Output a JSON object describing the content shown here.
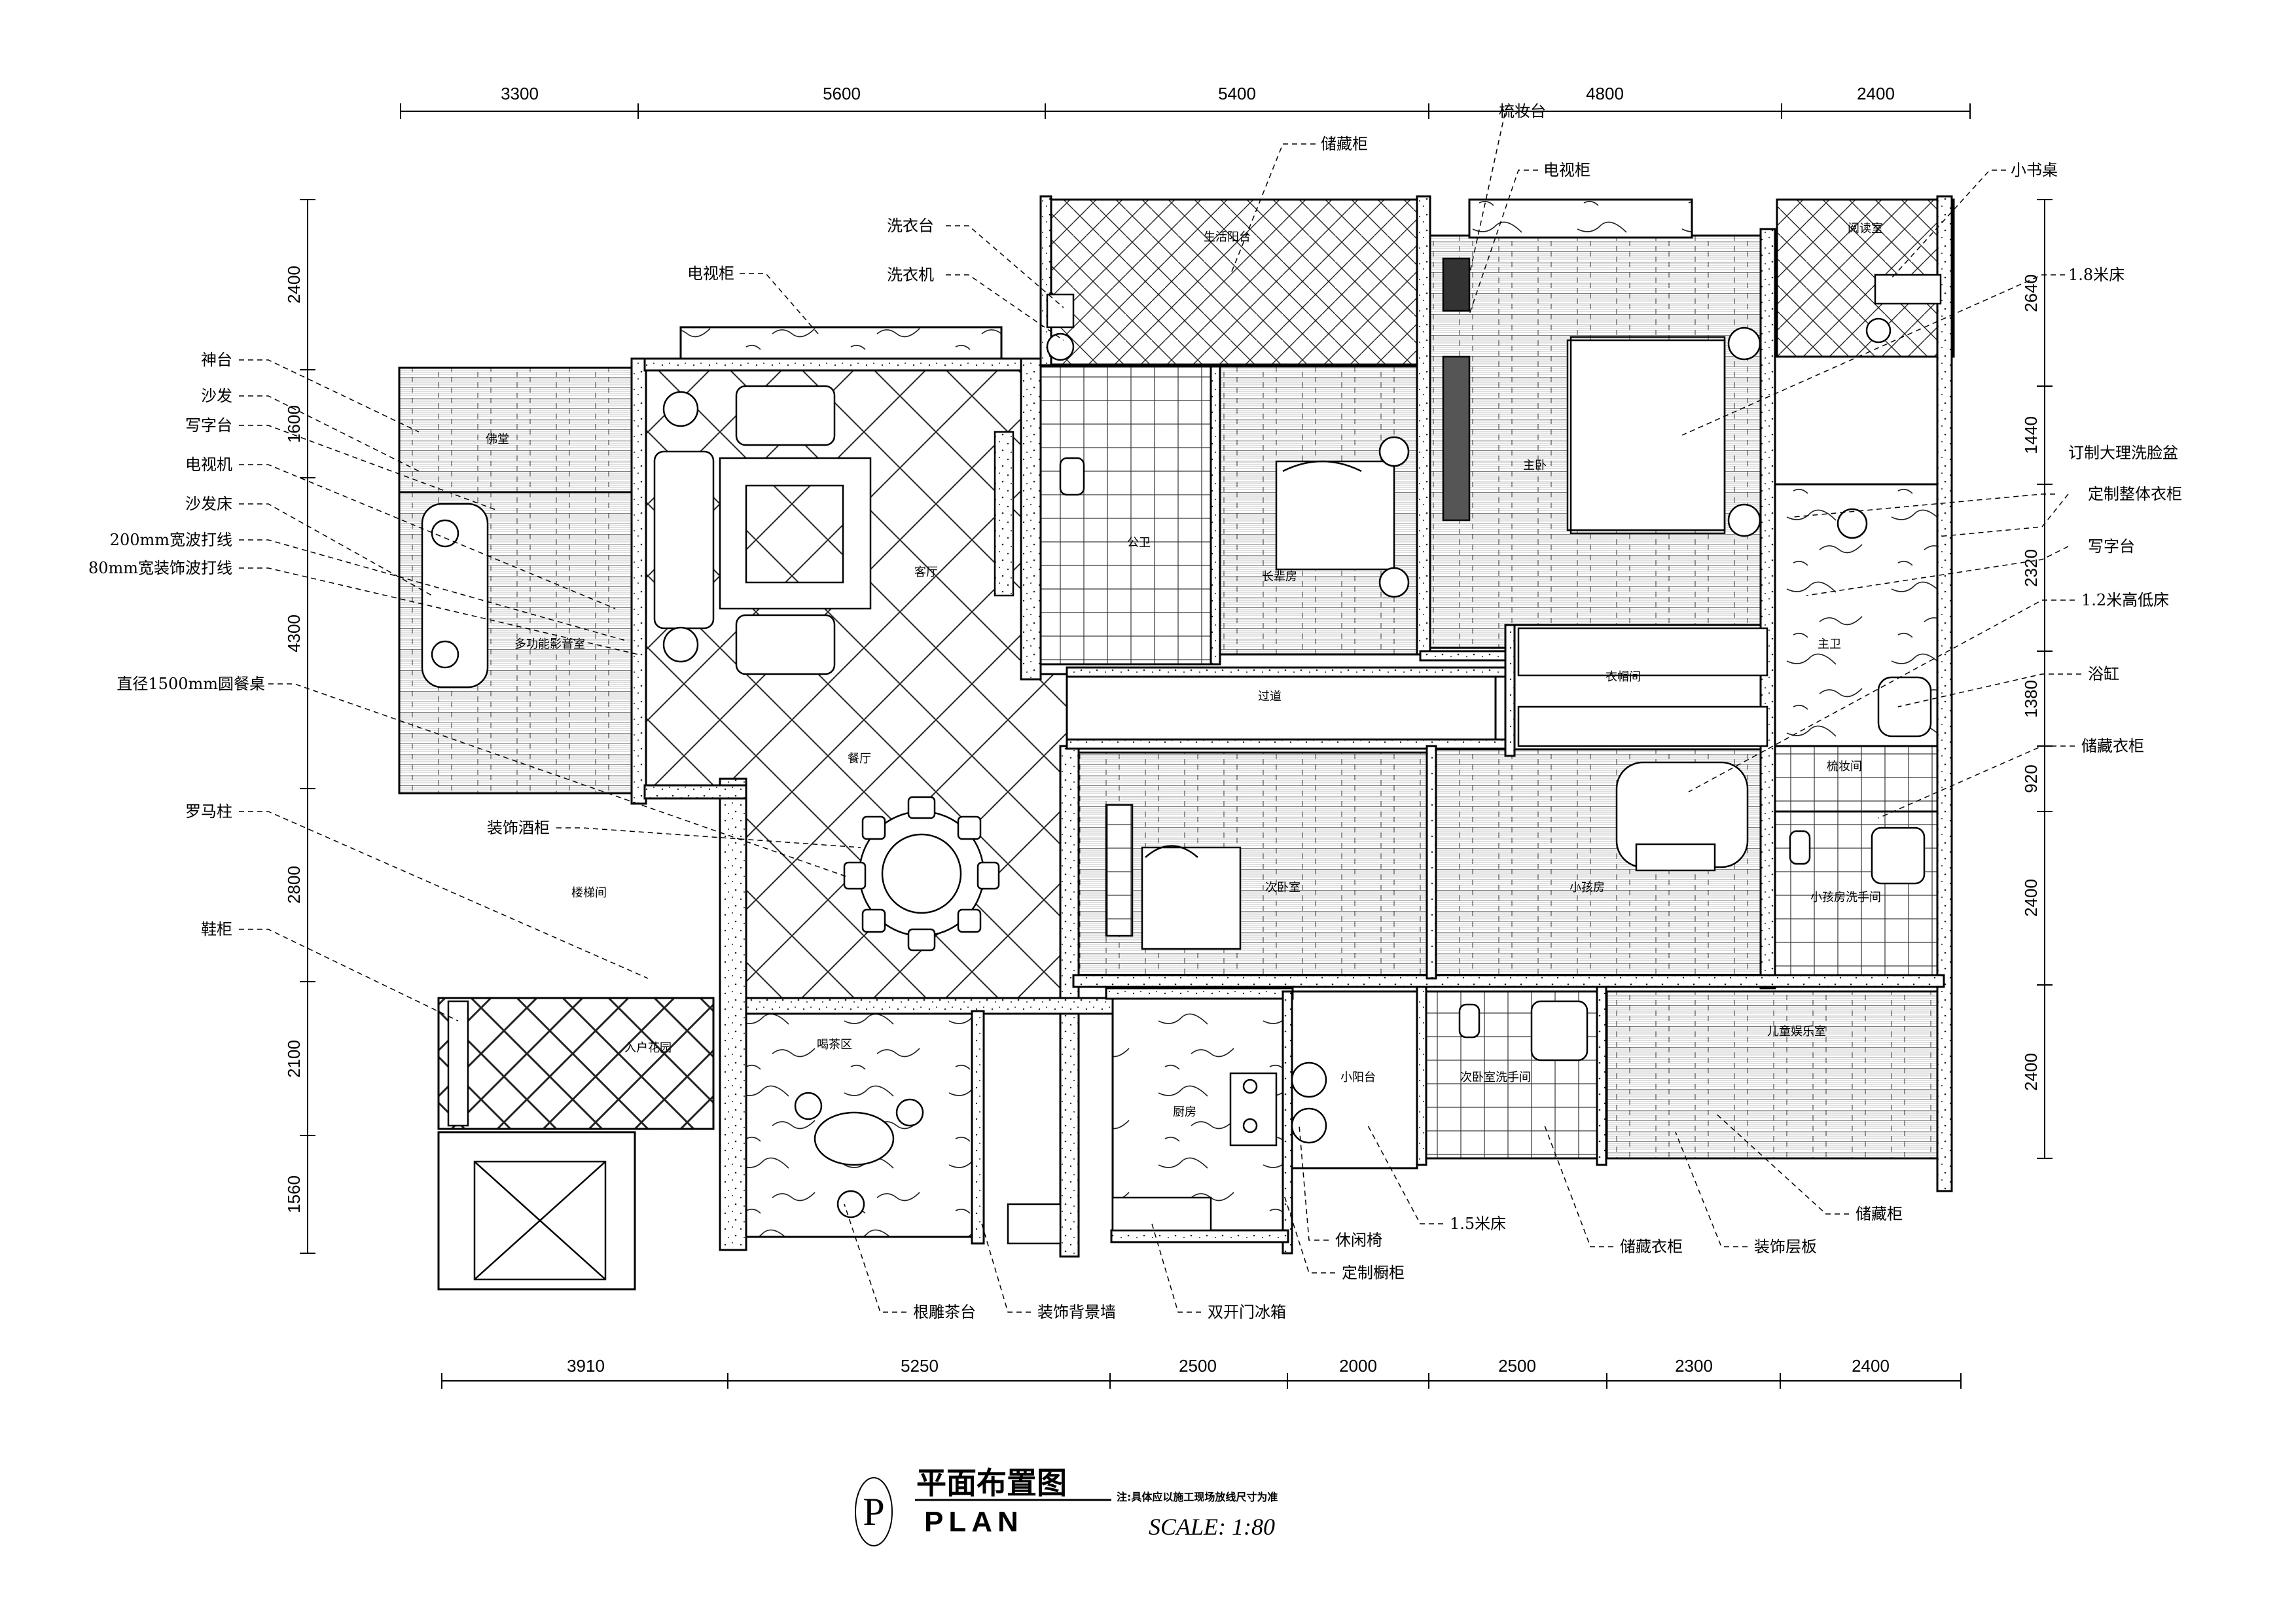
{
  "dims_top": [
    "3300",
    "5600",
    "5400",
    "4800",
    "2400"
  ],
  "dims_bottom": [
    "3910",
    "5250",
    "2500",
    "2000",
    "2500",
    "2300",
    "2400"
  ],
  "dims_left": [
    "2400",
    "1600",
    "4300",
    "2800",
    "2100",
    "1560"
  ],
  "dims_right": [
    "2640",
    "1440",
    "2320",
    "1380",
    "920",
    "2400",
    "2400"
  ],
  "rooms": {
    "foyer": "佛堂",
    "multi_room": "多功能影音室",
    "living": "客厅",
    "dining": "餐厅",
    "balcony_life": "生活阳台",
    "public_bath": "公卫",
    "elder_room": "长辈房",
    "master_bed": "主卧",
    "reading": "阅读室",
    "corridor": "过道",
    "cloakroom": "衣帽间",
    "master_bath": "主卫",
    "makeup": "梳妆间",
    "second_bed": "次卧室",
    "kids_room": "小孩房",
    "kids_bath": "小孩房洗手间",
    "stair": "楼梯间",
    "entry_garden": "入户花园",
    "tea": "喝茶区",
    "kitchen": "厨房",
    "small_balcony": "小阳台",
    "second_bath": "次卧室洗手间",
    "family_room": "儿童娱乐室"
  },
  "callouts_left": [
    "神台",
    "沙发",
    "写字台",
    "电视机",
    "沙发床",
    "200mm宽波打线",
    "80mm宽装饰波打线",
    "直径1500mm圆餐桌",
    "罗马柱",
    "鞋柜"
  ],
  "callouts_top": [
    "储藏柜",
    "梳妆台",
    "电视柜",
    "洗衣台",
    "洗衣机",
    "电视柜"
  ],
  "callouts_right": [
    "小书桌",
    "1.8米床",
    "订制大理洗脸盆",
    "定制整体衣柜",
    "写字台",
    "1.2米高低床",
    "浴缸",
    "储藏衣柜"
  ],
  "callouts_mid": [
    "装饰酒柜"
  ],
  "callouts_bottom": [
    "根雕茶台",
    "装饰背景墙",
    "双开门冰箱",
    "定制橱柜",
    "休闲椅",
    "1.5米床",
    "储藏衣柜",
    "装饰层板",
    "储藏柜"
  ],
  "title": {
    "symbol": "P",
    "cn": "平面布置图",
    "en": "PLAN",
    "note": "注:具体应以施工现场放线尺寸为准",
    "scale": "SCALE: 1:80"
  }
}
